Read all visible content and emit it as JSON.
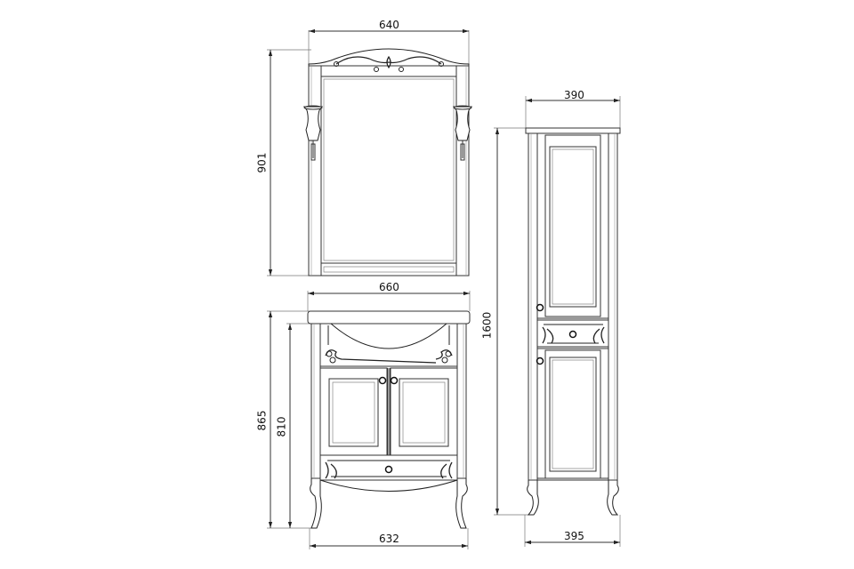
{
  "diagram": {
    "type": "furniture-dimension-drawing",
    "units": "mm",
    "line_color": "#222222",
    "background": "#ffffff",
    "components": [
      {
        "name": "mirror",
        "dimensions": {
          "width": "640",
          "height": "901"
        },
        "features": [
          "arched ornamental top",
          "two side sconces",
          "bottom shelf"
        ]
      },
      {
        "name": "vanity",
        "dimensions": {
          "top_width": "660",
          "total_height": "865",
          "body_height": "810",
          "base_width": "632"
        },
        "features": [
          "sink basin",
          "two doors with knobs",
          "lower drawer with knob",
          "curved legs",
          "floral ornaments"
        ]
      },
      {
        "name": "tall-cabinet",
        "dimensions": {
          "top_width": "390",
          "height": "1600",
          "base_width": "395"
        },
        "features": [
          "upper door",
          "middle drawer",
          "lower door",
          "curved legs",
          "floral ornaments"
        ]
      }
    ]
  },
  "labels": {
    "mirror_width": "640",
    "mirror_height": "901",
    "vanity_top_width": "660",
    "vanity_total_height": "865",
    "vanity_body_height": "810",
    "vanity_base_width": "632",
    "cabinet_top_width": "390",
    "cabinet_height": "1600",
    "cabinet_base_width": "395"
  }
}
